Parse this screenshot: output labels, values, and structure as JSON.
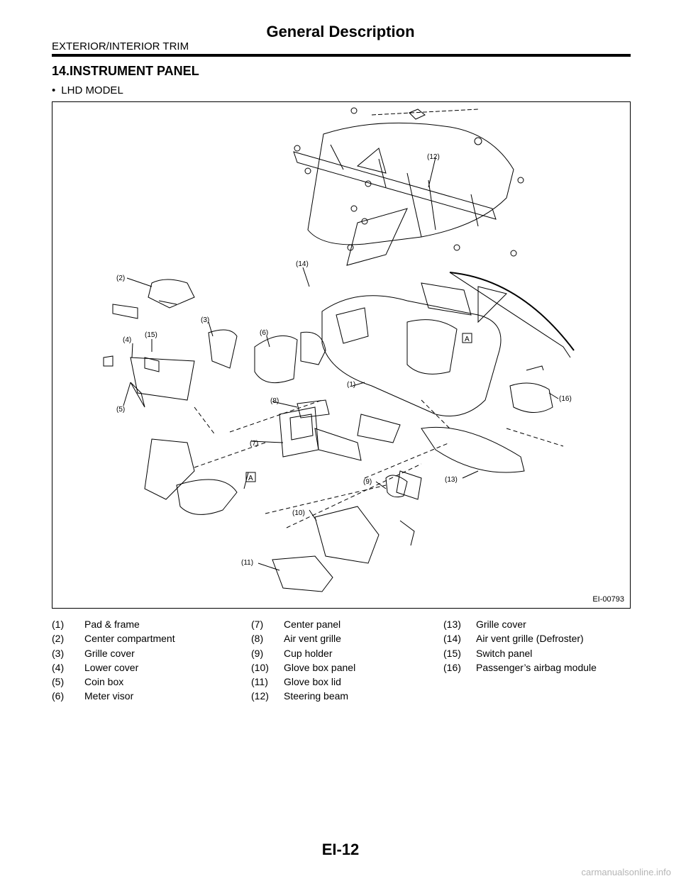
{
  "header": {
    "section": "EXTERIOR/INTERIOR TRIM",
    "title": "General Description"
  },
  "heading": "14.INSTRUMENT PANEL",
  "bullet": "LHD MODEL",
  "figure": {
    "id": "EI-00793",
    "callouts": [
      "(1)",
      "(2)",
      "(3)",
      "(4)",
      "(5)",
      "(6)",
      "(7)",
      "(8)",
      "(9)",
      "(10)",
      "(11)",
      "(12)",
      "(13)",
      "(14)",
      "(15)",
      "(16)"
    ],
    "markers": [
      "A",
      "A"
    ]
  },
  "legend": {
    "col1": [
      {
        "num": "(1)",
        "label": "Pad & frame"
      },
      {
        "num": "(2)",
        "label": "Center compartment"
      },
      {
        "num": "(3)",
        "label": "Grille cover"
      },
      {
        "num": "(4)",
        "label": "Lower cover"
      },
      {
        "num": "(5)",
        "label": "Coin box"
      },
      {
        "num": "(6)",
        "label": "Meter visor"
      }
    ],
    "col2": [
      {
        "num": "(7)",
        "label": "Center panel"
      },
      {
        "num": "(8)",
        "label": "Air vent grille"
      },
      {
        "num": "(9)",
        "label": "Cup holder"
      },
      {
        "num": "(10)",
        "label": "Glove box panel"
      },
      {
        "num": "(11)",
        "label": "Glove box lid"
      },
      {
        "num": "(12)",
        "label": "Steering beam"
      }
    ],
    "col3": [
      {
        "num": "(13)",
        "label": "Grille cover"
      },
      {
        "num": "(14)",
        "label": "Air vent grille (Defroster)"
      },
      {
        "num": "(15)",
        "label": "Switch panel"
      },
      {
        "num": "(16)",
        "label": "Passenger’s airbag module"
      }
    ]
  },
  "footer": {
    "code": "EI-12"
  },
  "watermark": "carmanualsonline.info"
}
